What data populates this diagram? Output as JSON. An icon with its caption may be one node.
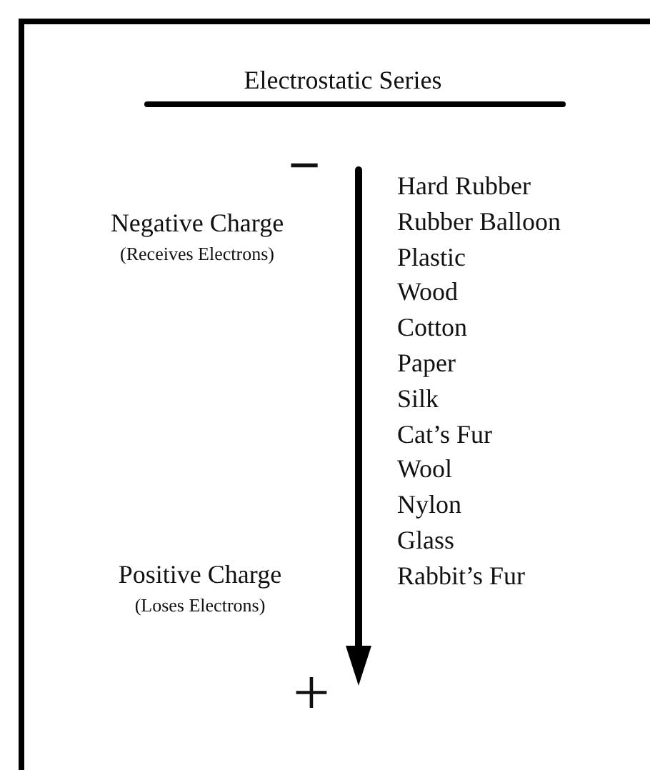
{
  "diagram": {
    "title": "Electrostatic Series",
    "labels": [
      "−",
      "Negative Charge",
      "(Receives Electrons)",
      "Hard Rubber",
      "Rubber Balloon",
      "Plastic",
      "Wood",
      "Cotton",
      "Paper",
      "Silk",
      "Cat’s Fur",
      "Wool",
      "Nylon",
      "Glass",
      "Rabbit’s Fur",
      "Positive Charge",
      "(Loses Electrons)",
      "+"
    ]
  }
}
